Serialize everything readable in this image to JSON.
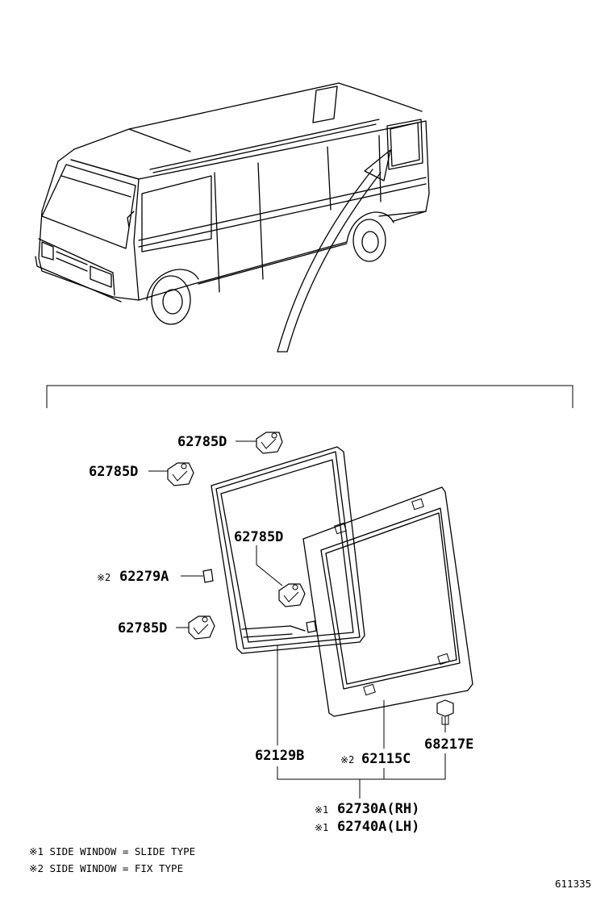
{
  "parts": {
    "p1": "62785D",
    "p2": "62785D",
    "p3": "62785D",
    "p4": "62785D",
    "p5": "62279A",
    "p6": "62129B",
    "p7": "62115C",
    "p8": "68217E",
    "p9": "62730A(RH)",
    "p10": "62740A(LH)"
  },
  "marks": {
    "m1": "※1",
    "m2": "※2"
  },
  "notes": {
    "n1": "※1 SIDE WINDOW = SLIDE TYPE",
    "n2": "※2 SIDE WINDOW = FIX TYPE"
  },
  "figure_id": "611335"
}
